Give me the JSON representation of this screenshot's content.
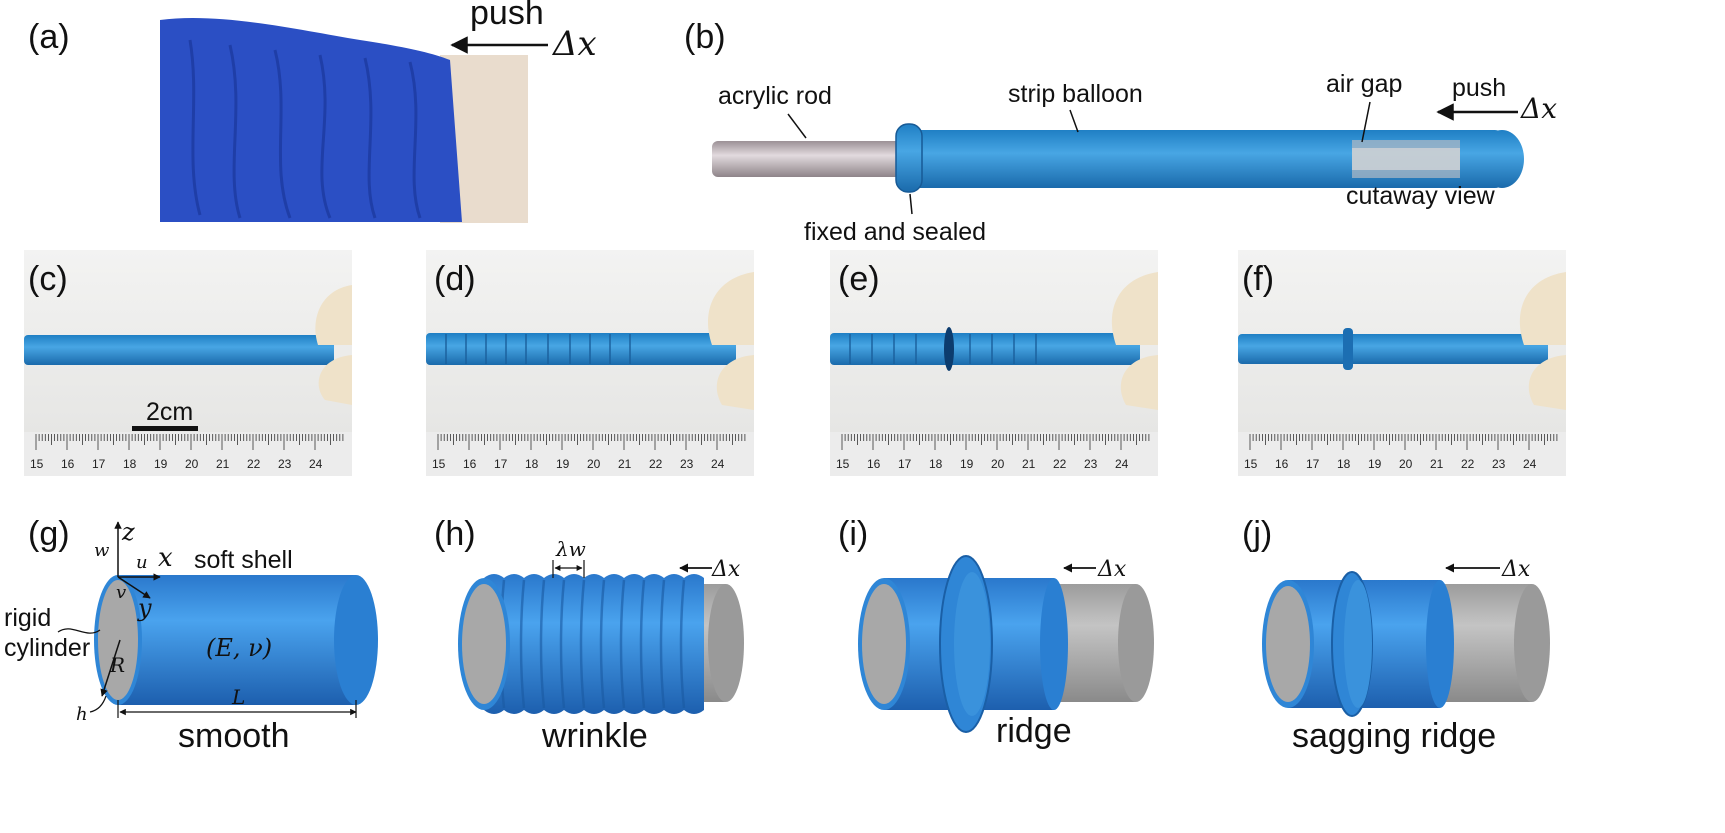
{
  "panels": {
    "a": {
      "label": "(a)",
      "push": "push",
      "dx": "Δx"
    },
    "b": {
      "label": "(b)",
      "acrylic_rod": "acrylic rod",
      "strip_balloon": "strip balloon",
      "air_gap": "air gap",
      "push": "push",
      "dx": "Δx",
      "cutaway": "cutaway view",
      "fixed": "fixed and sealed"
    },
    "c": {
      "label": "(c)",
      "scale_bar": "2cm"
    },
    "d": {
      "label": "(d)"
    },
    "e": {
      "label": "(e)"
    },
    "f": {
      "label": "(f)"
    },
    "g": {
      "label": "(g)",
      "z": "z",
      "w": "w",
      "u": "u",
      "x": "x",
      "v": "v",
      "y": "y",
      "soft_shell": "soft shell",
      "rigid": "rigid",
      "cylinder": "cylinder",
      "params": "(E,  ν)",
      "R": "R",
      "L": "L",
      "h": "h",
      "caption": "smooth"
    },
    "h": {
      "label": "(h)",
      "lambda": "λw",
      "dx": "Δx",
      "caption": "wrinkle"
    },
    "i": {
      "label": "(i)",
      "dx": "Δx",
      "caption": "ridge"
    },
    "j": {
      "label": "(j)",
      "dx": "Δx",
      "caption": "sagging ridge"
    }
  },
  "ruler_ticks": [
    "15",
    "16",
    "17",
    "18",
    "19",
    "20",
    "21",
    "22",
    "23",
    "24"
  ],
  "colors": {
    "balloon": "#2f86d6",
    "sleeve": "#2b4fc4",
    "skin": "#e7d8c8",
    "rigid": "#a9a9a9"
  }
}
